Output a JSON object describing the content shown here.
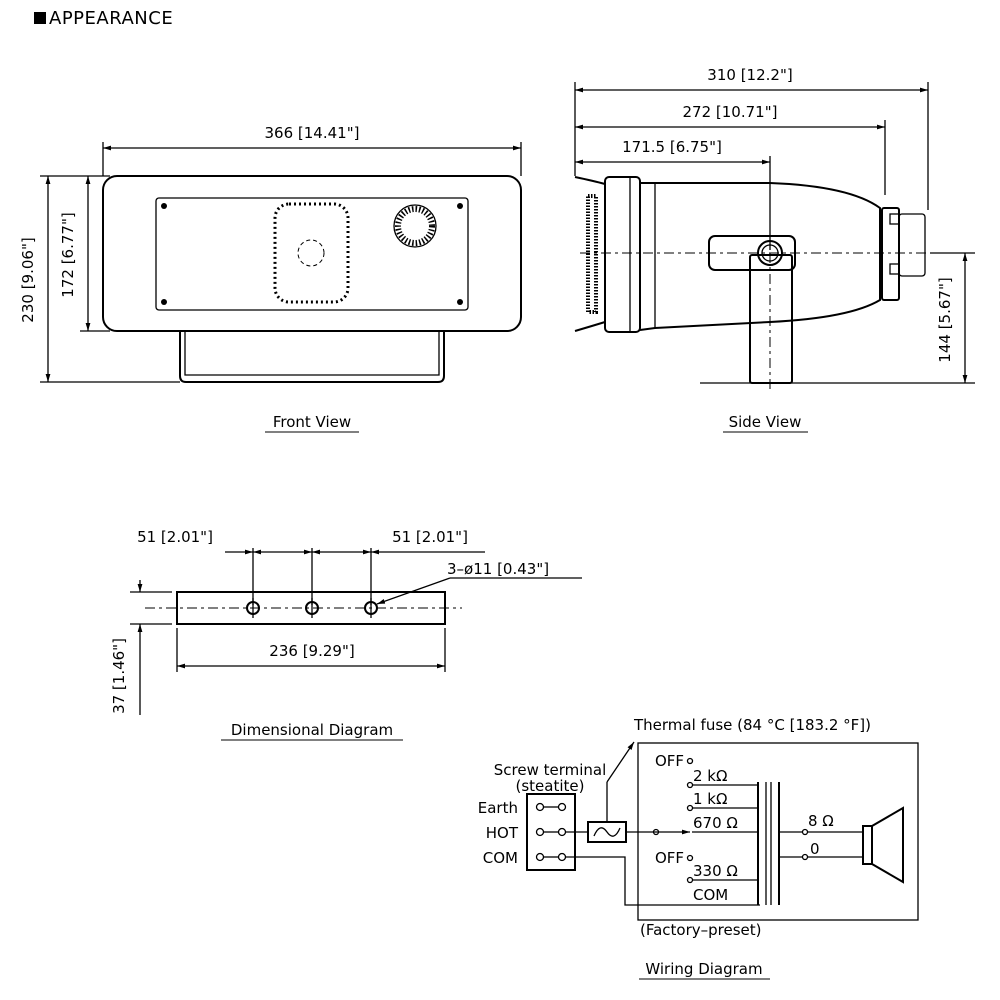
{
  "heading": "APPEARANCE",
  "front_view": {
    "caption": "Front View",
    "width_dim": "366 [14.41\"]",
    "height_dim": "230 [9.06\"]",
    "inner_height_dim": "172 [6.77\"]"
  },
  "side_view": {
    "caption": "Side View",
    "depth_dim": "310 [12.2\"]",
    "body_dim": "272 [10.71\"]",
    "pivot_dim": "171.5 [6.75\"]",
    "center_height_dim": "144 [5.67\"]"
  },
  "dimensional_diagram": {
    "caption": "Dimensional Diagram",
    "left_pitch": "51 [2.01\"]",
    "right_pitch": "51 [2.01\"]",
    "holes": "3–ø11 [0.43\"]",
    "length": "236 [9.29\"]",
    "thickness": "37 [1.46\"]"
  },
  "wiring_diagram": {
    "caption": "Wiring Diagram",
    "fuse_label": "Thermal fuse (84 °C [183.2 °F])",
    "terminal_label_1": "Screw terminal",
    "terminal_label_2": "(steatite)",
    "terminals": [
      "Earth",
      "HOT",
      "COM"
    ],
    "taps_upper": [
      "OFF",
      "2 kΩ",
      "1 kΩ",
      "670 Ω"
    ],
    "taps_lower": [
      "OFF",
      "330 Ω",
      "COM"
    ],
    "secondary": [
      "8 Ω",
      "0"
    ],
    "factory_note": "(Factory–preset)"
  }
}
